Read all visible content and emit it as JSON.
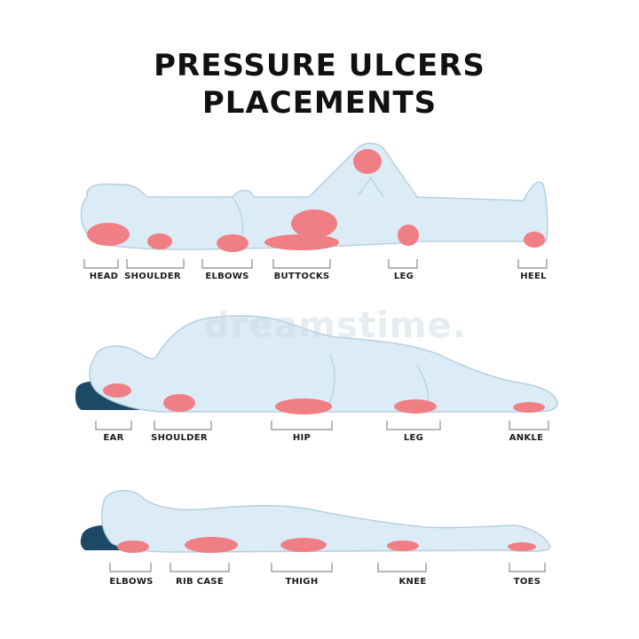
{
  "title_line1": "PRESSURE ULCERS",
  "title_line2": "PLACEMENTS",
  "watermark": "dreamstime.",
  "colors": {
    "body_fill": "#dcecf7",
    "body_stroke": "#b6cfdf",
    "ulcer": "#f07f85",
    "pillow": "#1c4a66",
    "bracket": "#8a8a8a",
    "text": "#1b1b1b"
  },
  "rows": [
    {
      "pose": "supine",
      "labels": [
        "HEAD",
        "SHOULDER",
        "ELBOWS",
        "BUTTOCKS",
        "LEG",
        "HEEL"
      ]
    },
    {
      "pose": "side",
      "labels": [
        "EAR",
        "SHOULDER",
        "HIP",
        "LEG",
        "ANKLE"
      ]
    },
    {
      "pose": "prone",
      "labels": [
        "ELBOWS",
        "RIB CASE",
        "THIGH",
        "KNEE",
        "TOES"
      ]
    }
  ]
}
